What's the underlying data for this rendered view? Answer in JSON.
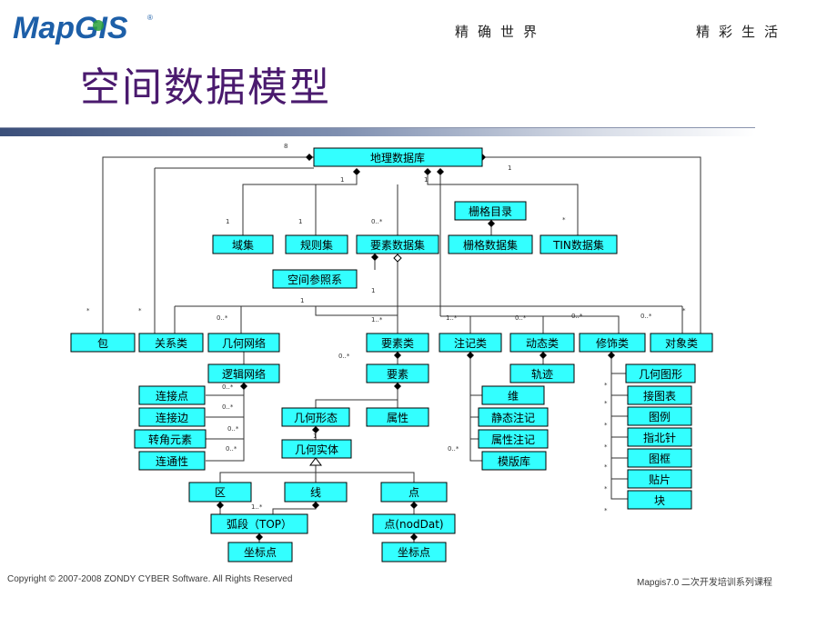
{
  "header": {
    "logo_text": "MapGIS",
    "slogan_left": "精确世界",
    "slogan_right": "精彩生活"
  },
  "title": "空间数据模型",
  "colors": {
    "box_fill": "#33ffff",
    "title": "#4a1a6e",
    "logo_blue": "#1d5fa8",
    "logo_green": "#2aa13a"
  },
  "boxes": {
    "geodb": "地理数据库",
    "raster_catalog": "栅格目录",
    "domain": "域集",
    "rule_set": "规则集",
    "feature_dataset": "要素数据集",
    "raster_dataset": "栅格数据集",
    "tin_dataset": "TIN数据集",
    "spatial_ref": "空间参照系",
    "package": "包",
    "relation_class": "关系类",
    "geom_network": "几何网络",
    "feature_class": "要素类",
    "annotation_class": "注记类",
    "dynamic_class": "动态类",
    "decoration_class": "修饰类",
    "object_class": "对象类",
    "logic_network": "逻辑网络",
    "feature": "要素",
    "track": "轨迹",
    "connect_point": "连接点",
    "connect_edge": "连接边",
    "turn_element": "转角元素",
    "connectivity": "连通性",
    "geom_form": "几何形态",
    "attribute": "属性",
    "dimension": "维",
    "static_annot": "静态注记",
    "attr_annot": "属性注记",
    "template_lib": "模版库",
    "geom_entity": "几何实体",
    "region": "区",
    "line": "线",
    "point": "点",
    "arc": "弧段（TOP）",
    "node": "点(nodDat)",
    "coord1": "坐标点",
    "coord2": "坐标点",
    "geom_shape": "几何图形",
    "chart": "接图表",
    "legend": "图例",
    "north_arrow": "指北针",
    "frame": "图框",
    "patch": "贴片",
    "block": "块"
  },
  "footer": {
    "copyright": "Copyright © 2007-2008 ZONDY CYBER Software. All Rights Reserved",
    "course": "Mapgis7.0 二次开发培训系列课程"
  }
}
